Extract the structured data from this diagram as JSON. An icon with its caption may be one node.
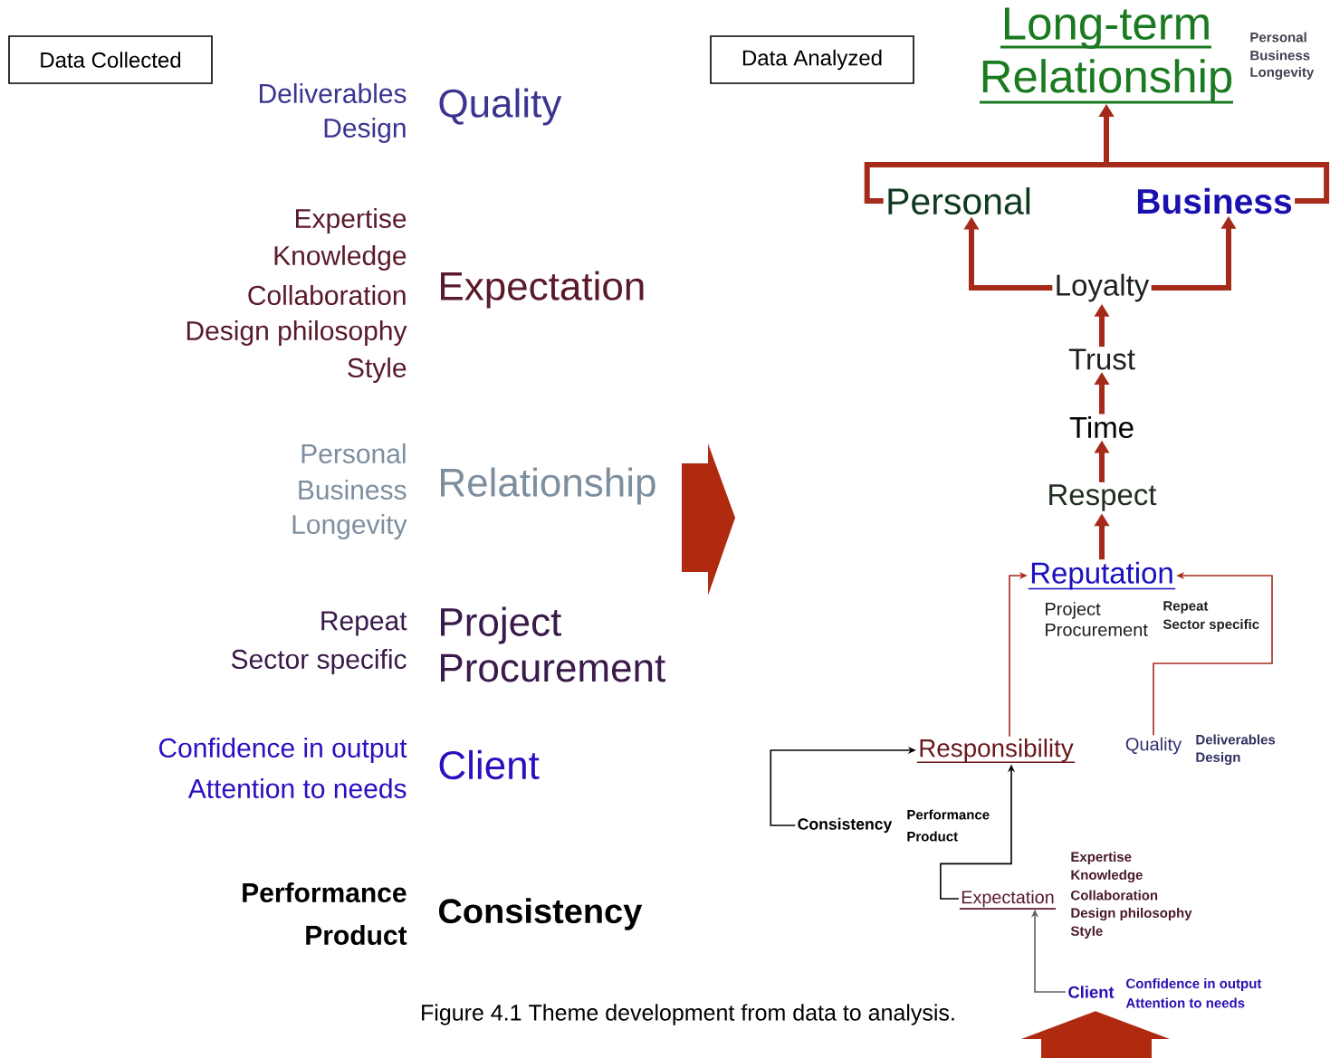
{
  "diagram": {
    "caption": "Figure 4.1 Theme development from data to analysis.",
    "nodes": [
      {
        "text": [
          "Data Collected"
        ]
      },
      {
        "text": [
          "Data Analyzed"
        ]
      },
      {
        "text": [
          "Long-term Relationship"
        ],
        "beside": [
          "Personal",
          "Business",
          "Longevity"
        ]
      },
      {
        "text": [
          "Personal"
        ]
      },
      {
        "text": [
          "Business"
        ]
      },
      {
        "text": [
          "Loyalty"
        ]
      },
      {
        "text": [
          "Trust"
        ]
      },
      {
        "text": [
          "Time"
        ]
      },
      {
        "text": [
          "Respect"
        ]
      },
      {
        "text": [
          "Reputation"
        ],
        "beside": [
          "Project Procurement",
          "Repeat",
          "Sector specific"
        ]
      },
      {
        "text": [
          "Responsibility"
        ]
      },
      {
        "text": [
          "Quality"
        ],
        "beside": [
          "Deliverables",
          "Design"
        ]
      },
      {
        "text": [
          "Consistency"
        ],
        "beside": [
          "Performance",
          "Product"
        ]
      },
      {
        "text": [
          "Expectation"
        ],
        "beside": [
          "Expertise",
          "Knowledge",
          "Collaboration",
          "Design philosophy",
          "Style"
        ]
      },
      {
        "text": [
          "Client"
        ],
        "beside": [
          "Confidence in output",
          "Attention to needs"
        ]
      }
    ],
    "edges": [
      {
        "from": 3,
        "to": 2,
        "arrow": "to"
      },
      {
        "from": 4,
        "to": 2,
        "arrow": "to"
      },
      {
        "from": 5,
        "to": 3,
        "arrow": "to"
      },
      {
        "from": 5,
        "to": 4,
        "arrow": "to"
      },
      {
        "from": 6,
        "to": 5,
        "arrow": "to"
      },
      {
        "from": 7,
        "to": 6,
        "arrow": "to"
      },
      {
        "from": 8,
        "to": 7,
        "arrow": "to"
      },
      {
        "from": 9,
        "to": 8,
        "arrow": "to"
      },
      {
        "from": 10,
        "to": 9,
        "arrow": "to"
      },
      {
        "from": 11,
        "to": 9,
        "arrow": "to"
      },
      {
        "from": 12,
        "to": 10,
        "arrow": "to",
        "color": "#000000"
      },
      {
        "from": 13,
        "to": 10,
        "arrow": "to",
        "color": "#000000"
      },
      {
        "from": 14,
        "to": 13,
        "arrow": "to",
        "color": "#606060"
      },
      {
        "from": null,
        "to": 14,
        "arrow": "to"
      }
    ],
    "labels": [
      "Deliverables",
      "Design",
      "Quality",
      "Expertise",
      "Knowledge",
      "Collaboration",
      "Design philosophy",
      "Style",
      "Expectation",
      "Personal",
      "Business",
      "Longevity",
      "Relationship",
      "Repeat",
      "Sector specific",
      "Project Procurement",
      "Confidence in output",
      "Attention to needs",
      "Client",
      "Performance",
      "Product",
      "Consistency"
    ]
  }
}
